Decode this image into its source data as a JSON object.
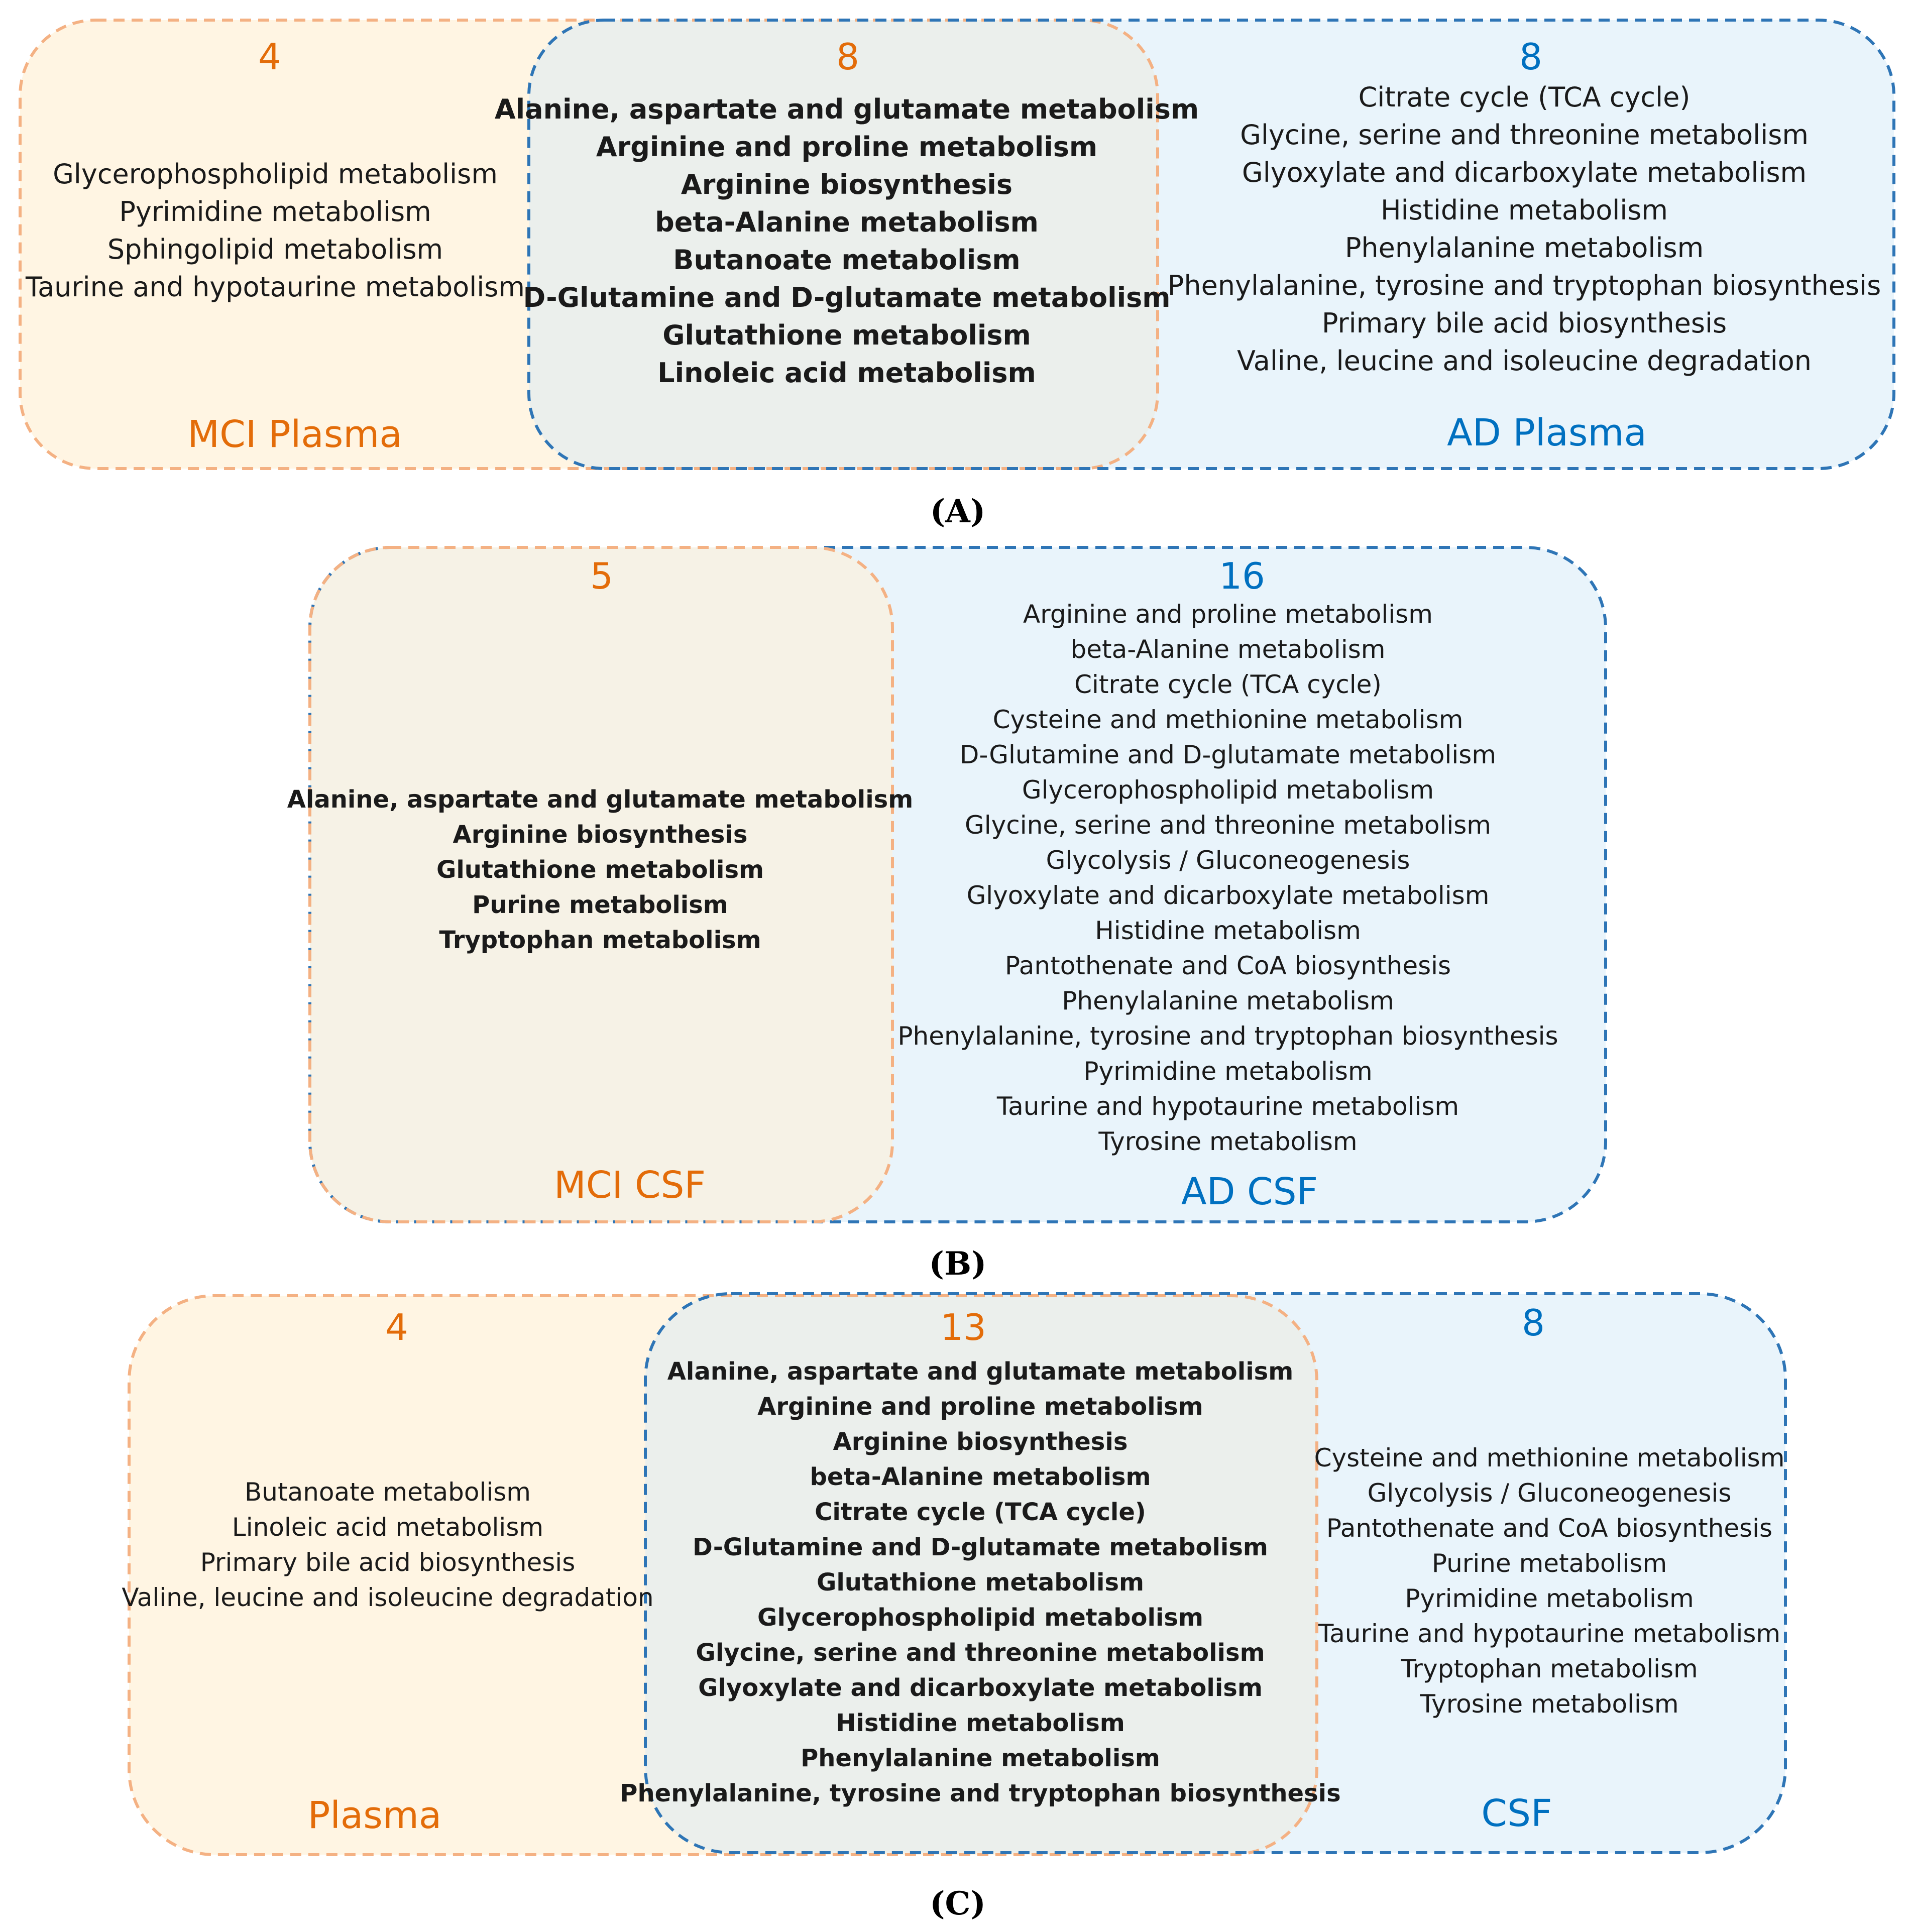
{
  "colors": {
    "orange": "#E36C09",
    "blue": "#0070C0",
    "orange_border": "#F4B183",
    "blue_border": "#2E75B6",
    "orange_fill": "#FFF5E3",
    "blue_fill": "#E9F4FB",
    "overlap_fill": "#EBEFEC",
    "caption": "#000000"
  },
  "panels": [
    {
      "caption": "(A)",
      "left": {
        "label": "MCI Plasma",
        "count": "4",
        "items": [
          "Glycerophospholipid metabolism",
          "Pyrimidine metabolism",
          "Sphingolipid metabolism",
          "Taurine and hypotaurine metabolism"
        ]
      },
      "overlap": {
        "count": "8",
        "items": [
          "Alanine, aspartate and glutamate metabolism",
          "Arginine and proline metabolism",
          "Arginine biosynthesis",
          "beta-Alanine metabolism",
          "Butanoate metabolism",
          "D-Glutamine and D-glutamate metabolism",
          "Glutathione metabolism",
          "Linoleic acid metabolism"
        ]
      },
      "right": {
        "label": "AD Plasma",
        "count": "8",
        "items": [
          "Citrate cycle (TCA cycle)",
          "Glycine, serine and threonine metabolism",
          "Glyoxylate and dicarboxylate metabolism",
          "Histidine metabolism",
          "Phenylalanine metabolism",
          "Phenylalanine, tyrosine and tryptophan biosynthesis",
          "Primary bile acid biosynthesis",
          "Valine, leucine and isoleucine degradation"
        ]
      }
    },
    {
      "caption": "(B)",
      "left": {
        "label": "MCI CSF",
        "count": "5",
        "items": [
          "Alanine, aspartate and glutamate metabolism",
          "Arginine biosynthesis",
          "Glutathione metabolism",
          "Purine metabolism",
          "Tryptophan metabolism"
        ]
      },
      "right": {
        "label": "AD CSF",
        "count": "16",
        "items": [
          "Arginine and proline metabolism",
          "beta-Alanine metabolism",
          "Citrate cycle (TCA cycle)",
          "Cysteine and methionine metabolism",
          "D-Glutamine and D-glutamate metabolism",
          "Glycerophospholipid metabolism",
          "Glycine, serine and threonine metabolism",
          "Glycolysis / Gluconeogenesis",
          "Glyoxylate and dicarboxylate metabolism",
          "Histidine metabolism",
          "Pantothenate and CoA biosynthesis",
          "Phenylalanine metabolism",
          "Phenylalanine, tyrosine and tryptophan biosynthesis",
          "Pyrimidine metabolism",
          "Taurine and hypotaurine metabolism",
          "Tyrosine metabolism"
        ]
      }
    },
    {
      "caption": "(C)",
      "left": {
        "label": "Plasma",
        "count": "4",
        "items": [
          "Butanoate metabolism",
          "Linoleic acid metabolism",
          "Primary bile acid biosynthesis",
          "Valine, leucine and isoleucine degradation"
        ]
      },
      "overlap": {
        "count": "13",
        "items": [
          "Alanine, aspartate and glutamate metabolism",
          "Arginine and proline metabolism",
          "Arginine biosynthesis",
          "beta-Alanine metabolism",
          "Citrate cycle (TCA cycle)",
          "D-Glutamine and D-glutamate metabolism",
          "Glutathione metabolism",
          "Glycerophospholipid metabolism",
          "Glycine, serine and threonine metabolism",
          "Glyoxylate and dicarboxylate metabolism",
          "Histidine metabolism",
          "Phenylalanine metabolism",
          "Phenylalanine, tyrosine and tryptophan biosynthesis"
        ]
      },
      "right": {
        "label": "CSF",
        "count": "8",
        "items": [
          "Cysteine and methionine metabolism",
          "Glycolysis / Gluconeogenesis",
          "Pantothenate and CoA biosynthesis",
          "Purine metabolism",
          "Pyrimidine metabolism",
          "Taurine and hypotaurine metabolism",
          "Tryptophan metabolism",
          "Tyrosine metabolism"
        ]
      }
    }
  ]
}
